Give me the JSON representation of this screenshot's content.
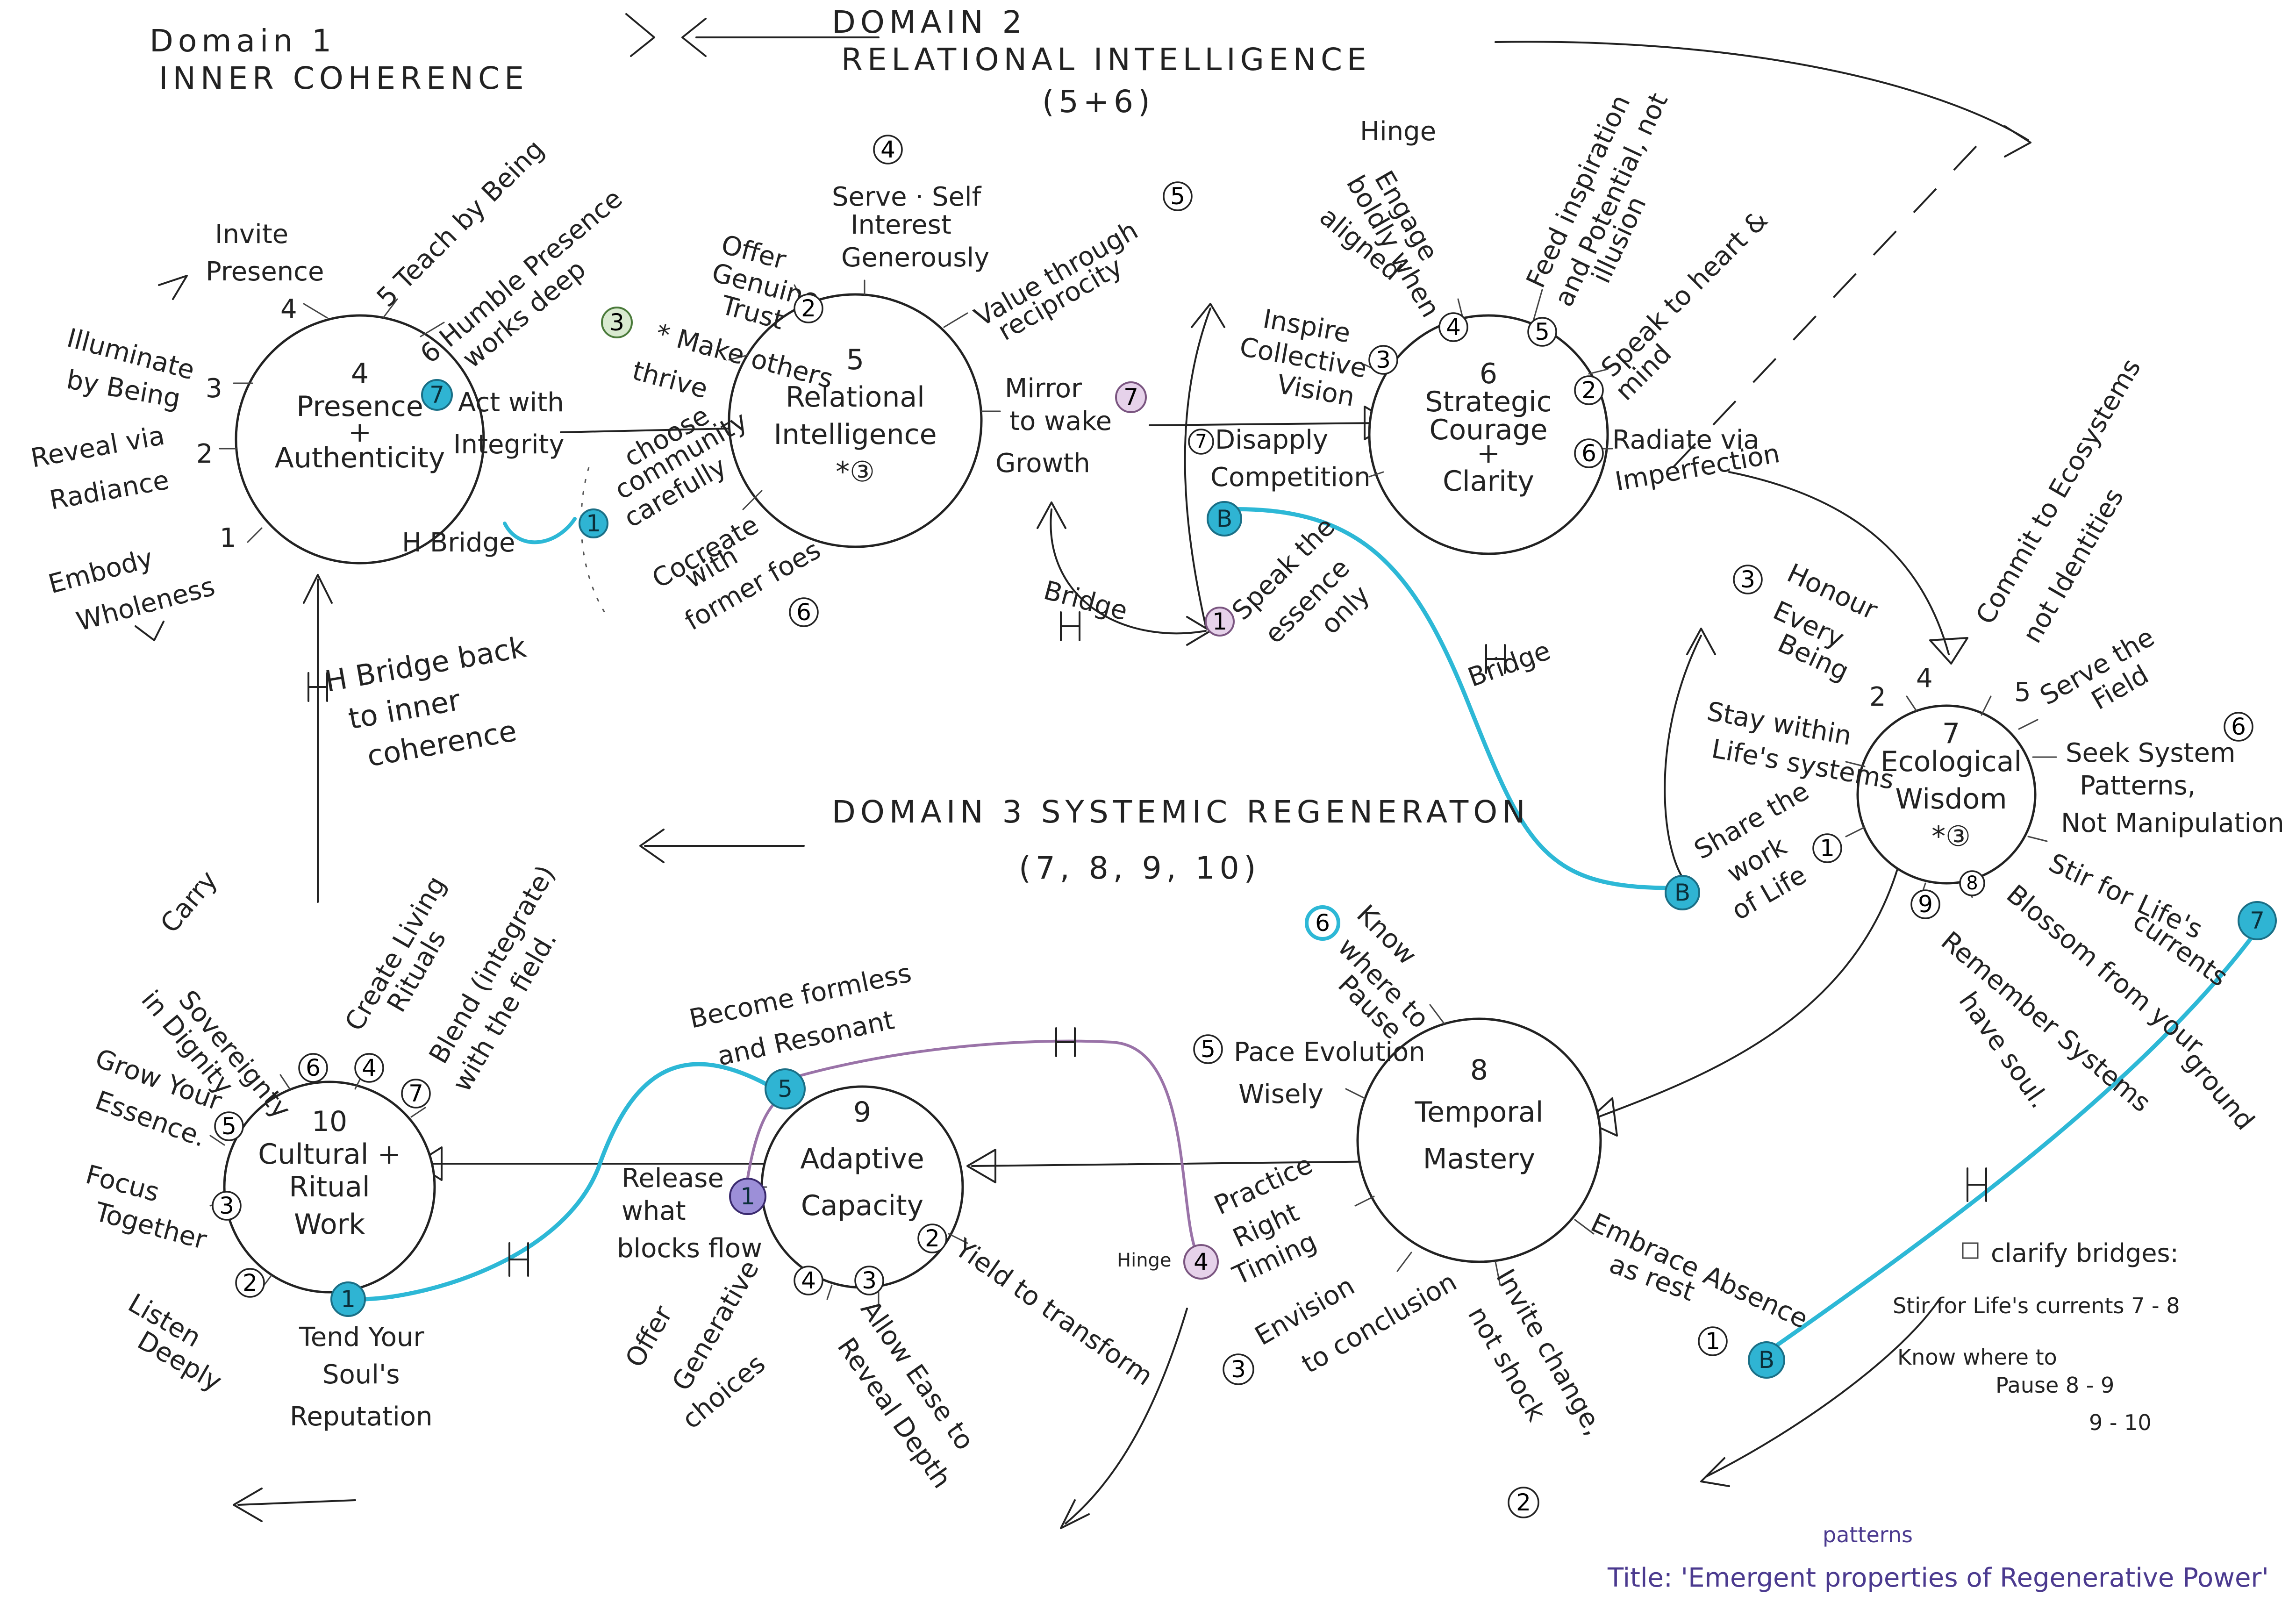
{
  "domains": {
    "d1_line1": "Domain 1",
    "d1_line2": "INNER COHERENCE",
    "d2_line1": "DOMAIN 2",
    "d2_line2": "RELATIONAL   INTELLIGENCE",
    "d2_line3": "(5+6)",
    "d3_line1": "DOMAIN 3  SYSTEMIC  REGENERATON",
    "d3_line2": "(7, 8, 9, 10)"
  },
  "nodes": {
    "n4": {
      "num": "4",
      "line1": "Presence",
      "line2": "+",
      "line3": "Authenticity"
    },
    "n5": {
      "num": "5",
      "line1": "Relational",
      "line2": "Intelligence",
      "line3": "*③"
    },
    "n6": {
      "num": "6",
      "line1": "Strategic",
      "line2": "Courage",
      "line3": "+",
      "line4": "Clarity"
    },
    "n7": {
      "num": "7",
      "line1": "Ecological",
      "line2": "Wisdom",
      "line3": "*③"
    },
    "n8": {
      "num": "8",
      "line1": "Temporal",
      "line2": "Mastery"
    },
    "n9": {
      "num": "9",
      "line1": "Adaptive",
      "line2": "Capacity"
    },
    "n10": {
      "num": "10",
      "line1": "Cultural +",
      "line2": "Ritual",
      "line3": "Work"
    }
  },
  "node4_spokes": {
    "invite_1": "Invite",
    "invite_2": "Presence",
    "invite_num": "4",
    "teach": "5 Teach by Being",
    "humble_1": "6 Humble Presence",
    "humble_2": "works deep",
    "act_1": "Act with",
    "act_2": "Integrity",
    "act_num": "7",
    "illuminate_1": "Illuminate",
    "illuminate_2": "by Being",
    "illuminate_num": "3",
    "reveal_1": "Reveal via",
    "reveal_2": "Radiance",
    "reveal_num": "2",
    "embody_1": "Embody",
    "embody_2": "Wholeness",
    "embody_num": "1",
    "h_bridge": "H Bridge"
  },
  "node5_spokes": {
    "serve_num": "4",
    "serve_1": "Serve · Self",
    "serve_2": "Interest",
    "serve_3": "Generously",
    "offer_1": "Offer",
    "offer_2": "Genuine",
    "offer_3": "Trust",
    "offer_num": "2",
    "value_1": "Value through",
    "value_2": "reciprocity",
    "value_num": "5",
    "make_1": "* Make others",
    "make_2": "thrive",
    "make_num": "3",
    "choose_1": "choose",
    "choose_2": "community",
    "choose_3": "carefully",
    "choose_num": "1",
    "cocreate_1": "Cocreate",
    "cocreate_2": "with",
    "cocreate_3": "former foes",
    "cocreate_num": "6",
    "mirror_1": "Mirror",
    "mirror_2": "to wake",
    "mirror_3": "Growth",
    "mirror_num": "7",
    "bridge": "Bridge"
  },
  "node6_spokes": {
    "hinge": "Hinge",
    "engage_1": "Engage",
    "engage_2": "boldly when",
    "engage_3": "aligned",
    "engage_num": "4",
    "feed_1": "Feed inspiration",
    "feed_2": "and Potential, not",
    "feed_3": "illusion",
    "feed_num": "5",
    "speak_1": "Speak to heart &",
    "speak_2": "mind",
    "speak_num": "2",
    "inspire_1": "Inspire",
    "inspire_2": "Collective",
    "inspire_3": "Vision",
    "inspire_num": "3",
    "radiate_1": "Radiate via",
    "radiate_2": "Imperfection",
    "radiate_num": "6",
    "disapply_1": "Disapply",
    "disapply_2": "Competition",
    "disapply_num": "7",
    "essence_1": "Speak the",
    "essence_2": "essence",
    "essence_3": "only",
    "essence_num": "1",
    "b": "B"
  },
  "node7_spokes": {
    "honour_1": "Honour",
    "honour_2": "Every",
    "honour_3": "Being",
    "honour_num": "3",
    "commit_1": "Commit to Ecosystems",
    "commit_2": "not Identities",
    "commit_num": "4",
    "serve_1": "Serve the",
    "serve_2": "Field",
    "serve_num": "5",
    "stay_1": "Stay within",
    "stay_2": "Life's systems",
    "stay_num": "2",
    "seek_1": "Seek System",
    "seek_2": "Patterns,",
    "seek_3": "Not Manipulation",
    "seek_num": "6",
    "share_1": "Share the",
    "share_2": "work",
    "share_3": "of Life",
    "share_num": "1",
    "stir_1": "Stir for Life's",
    "stir_2": "currents",
    "stir_num": "7",
    "blossom_1": "Blossom from your",
    "blossom_2": "ground",
    "blossom_num": "8",
    "remember_1": "Remember Systems",
    "remember_2": "have soul.",
    "remember_num": "9",
    "bridge": "Bridge",
    "b": "B"
  },
  "node8_spokes": {
    "know_1": "Know",
    "know_2": "where to",
    "know_3": "Pause",
    "know_num": "6",
    "pace_1": "Pace Evolution",
    "pace_2": "Wisely",
    "pace_num": "5",
    "practice_1": "Practice",
    "practice_2": "Right",
    "practice_3": "Timing",
    "hinge": "Hinge",
    "hinge_num": "4",
    "envision_1": "Envision",
    "envision_2": "to conclusion",
    "envision_num": "3",
    "invite_1": "Invite change,",
    "invite_2": "not shock",
    "invite_num": "2",
    "embrace_1": "Embrace Absence",
    "embrace_2": "as rest",
    "embrace_num": "1",
    "b": "B"
  },
  "node9_spokes": {
    "become_1": "Become formless",
    "become_2": "and Resonant",
    "become_num": "5",
    "release_1": "Release",
    "release_2": "what",
    "release_3": "blocks flow",
    "release_num": "1",
    "yield": "Yield to transform",
    "yield_num": "2",
    "offer_1": "Offer",
    "offer_2": "Generative",
    "offer_3": "choices",
    "offer_num": "4",
    "allow_1": "Allow Ease to",
    "allow_2": "Reveal Depth",
    "allow_num": "3"
  },
  "node10_spokes": {
    "carry_1": "Carry",
    "carry_2": "Sovereignty",
    "carry_3": "in Dignity",
    "carry_num": "6",
    "create_1": "Create Living",
    "create_2": "Rituals",
    "create_num": "4",
    "blend_1": "Blend (integrate)",
    "blend_2": "with the field.",
    "blend_num": "7",
    "grow_1": "Grow Your",
    "grow_2": "Essence.",
    "grow_num": "5",
    "focus_1": "Focus",
    "focus_2": "Together",
    "focus_num": "3",
    "listen_1": "Listen",
    "listen_2": "Deeply",
    "listen_num": "2",
    "tend_1": "Tend Your",
    "tend_2": "Soul's",
    "tend_3": "Reputation",
    "tend_num": "1"
  },
  "bridge_back": {
    "line1": "H Bridge back",
    "line2": "to inner",
    "line3": "coherence"
  },
  "notes": {
    "line1": "clarify bridges:",
    "line2": "Stir for Life's currents 7 - 8",
    "line3": "Know where to",
    "line4": "Pause 8 - 9",
    "line5": "9 - 10"
  },
  "title": {
    "insert": "patterns",
    "text": "Title: 'Emergent properties of Regenerative Power'"
  },
  "colors": {
    "ink": "#222222",
    "bridge_cyan": "#2db8d6",
    "hinge_purple": "#9a73a8",
    "title_blue": "#4b3a8f"
  }
}
